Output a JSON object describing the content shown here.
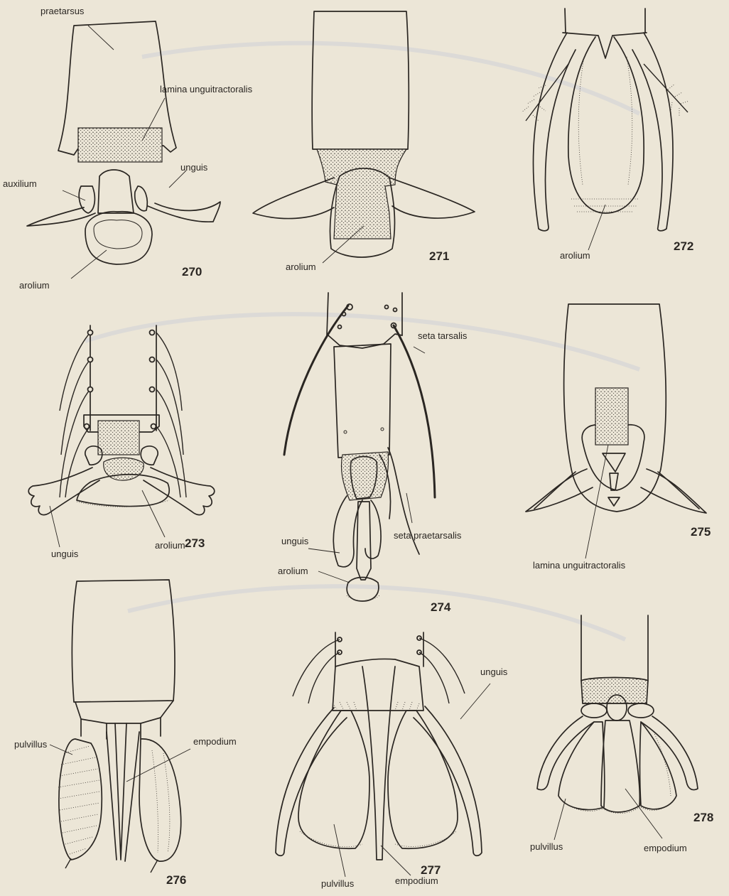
{
  "figures": {
    "f270": {
      "number": "270",
      "labels": {
        "praetarsus": "praetarsus",
        "lamina": "lamina unguitractoralis",
        "auxilium": "auxilium",
        "unguis": "unguis",
        "arolium": "arolium"
      }
    },
    "f271": {
      "number": "271",
      "labels": {
        "arolium": "arolium"
      }
    },
    "f272": {
      "number": "272",
      "labels": {
        "arolium": "arolium"
      }
    },
    "f273": {
      "number": "273",
      "labels": {
        "unguis": "unguis",
        "arolium": "arolium"
      }
    },
    "f274": {
      "number": "274",
      "labels": {
        "seta_tarsalis": "seta tarsalis",
        "unguis": "unguis",
        "seta_praetarsalis": "seta praetarsalis",
        "arolium": "arolium"
      }
    },
    "f275": {
      "number": "275",
      "labels": {
        "lamina": "lamina unguitractoralis"
      }
    },
    "f276": {
      "number": "276",
      "labels": {
        "pulvillus": "pulvillus",
        "empodium": "empodium"
      }
    },
    "f277": {
      "number": "277",
      "labels": {
        "unguis": "unguis",
        "pulvillus": "pulvillus",
        "empodium": "empodium"
      }
    },
    "f278": {
      "number": "278",
      "labels": {
        "pulvillus": "pulvillus",
        "empodium": "empodium"
      }
    }
  },
  "colors": {
    "paper": "#ece6d7",
    "ink": "#2a2622",
    "show_through": "#c9cdd6"
  }
}
